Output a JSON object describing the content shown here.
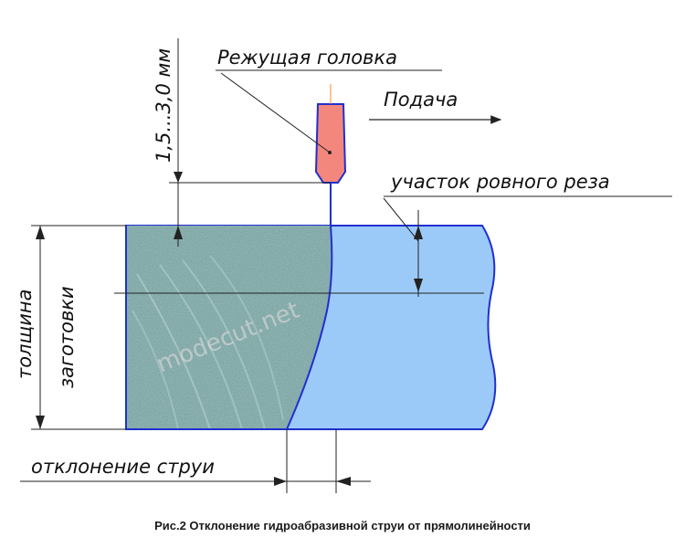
{
  "labels": {
    "cutting_head": "Режущая головка",
    "feed": "Подача",
    "standoff": "1,5...3,0 мм",
    "even_cut_zone": "участок ровного реза",
    "workpiece_thickness_line1": "толщина",
    "workpiece_thickness_line2": "заготовки",
    "jet_deviation": "отклонение струи"
  },
  "watermark": "modecut.net",
  "caption": "Рис.2 Отклонение гидроабразивной струи от прямолинейности",
  "colors": {
    "nozzle_fill": "#f4877d",
    "workpiece_fill": "#9ccaf8",
    "outline_blue": "#1f2fd0",
    "cut_surface": "#6e9a98"
  }
}
